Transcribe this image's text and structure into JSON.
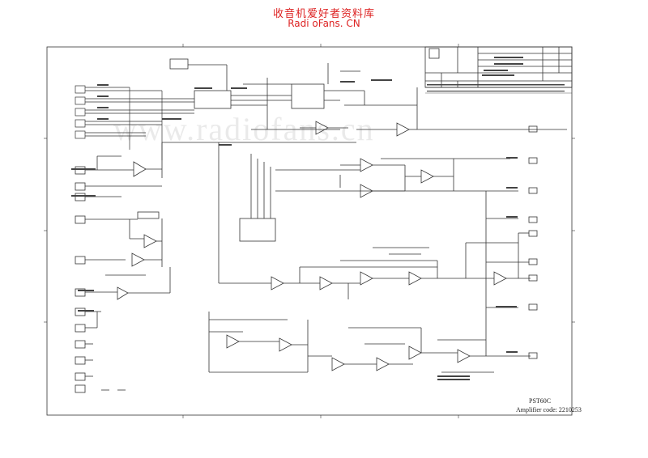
{
  "header": {
    "site_title": "收音机爱好者资料库",
    "site_url": "Radi oFans. CN"
  },
  "watermark": "www.radiofans.cn",
  "footer": {
    "model": "PST60C",
    "amplifier_code": "Amplifier code: 2210253"
  },
  "colors": {
    "header_text": "#d22222",
    "lines": "#333333"
  }
}
